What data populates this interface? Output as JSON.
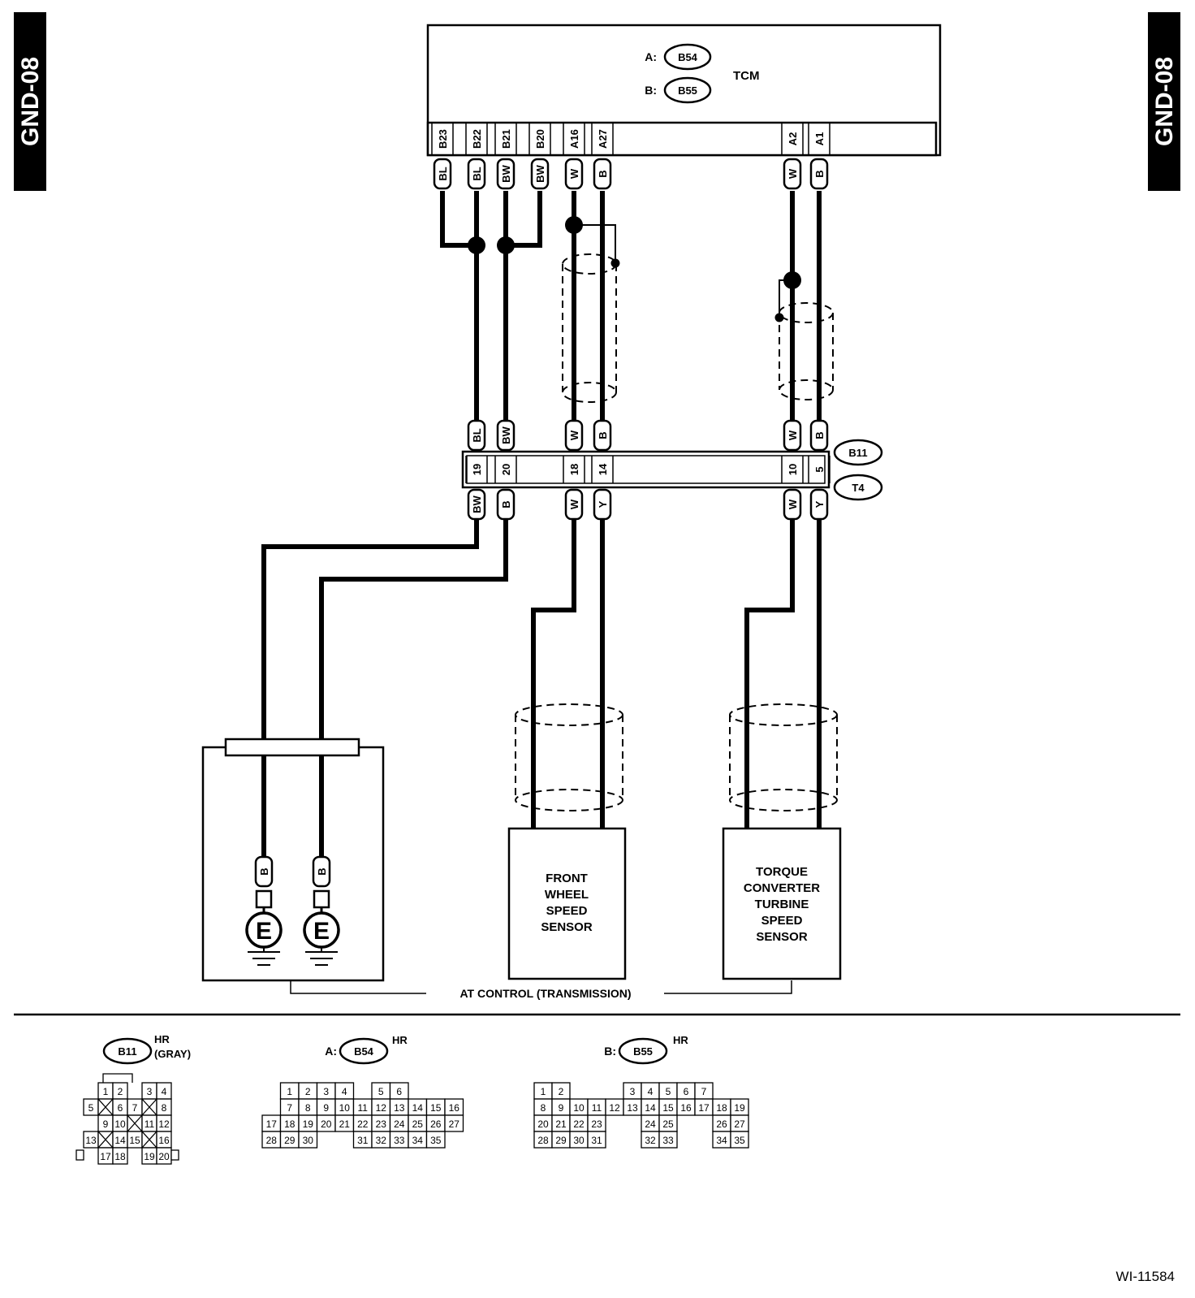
{
  "page_tag": "GND-08",
  "tcm": {
    "label": "TCM",
    "conn_a": {
      "prefix": "A:",
      "id": "B54"
    },
    "conn_b": {
      "prefix": "B:",
      "id": "B55"
    }
  },
  "tcm_pins": [
    {
      "pin": "B23",
      "wire": "BL"
    },
    {
      "pin": "B22",
      "wire": "BL"
    },
    {
      "pin": "B21",
      "wire": "BW"
    },
    {
      "pin": "B20",
      "wire": "BW"
    },
    {
      "pin": "A16",
      "wire": "W"
    },
    {
      "pin": "A27",
      "wire": "B"
    },
    {
      "pin": "A2",
      "wire": "W"
    },
    {
      "pin": "A1",
      "wire": "B"
    }
  ],
  "mid_connector": {
    "upper_id": "B11",
    "lower_id": "T4",
    "pins": [
      {
        "pin": "19",
        "upper": "BL",
        "lower": "BW"
      },
      {
        "pin": "20",
        "upper": "BW",
        "lower": "B"
      },
      {
        "pin": "18",
        "upper": "W",
        "lower": "W"
      },
      {
        "pin": "14",
        "upper": "B",
        "lower": "Y"
      },
      {
        "pin": "10",
        "upper": "W",
        "lower": "W"
      },
      {
        "pin": "5",
        "upper": "B",
        "lower": "Y"
      }
    ]
  },
  "ground": {
    "wire_1": "B",
    "wire_2": "B",
    "symbol_1": "E",
    "symbol_2": "E"
  },
  "sensors": {
    "front_wheel": [
      "FRONT",
      "WHEEL",
      "SPEED",
      "SENSOR"
    ],
    "turbine": [
      "TORQUE",
      "CONVERTER",
      "TURBINE",
      "SPEED",
      "SENSOR"
    ]
  },
  "at_control_label": "AT CONTROL (TRANSMISSION)",
  "legend": {
    "b11": {
      "id": "B11",
      "type": "HR",
      "color": "(GRAY)"
    },
    "b54": {
      "prefix": "A:",
      "id": "B54",
      "type": "HR"
    },
    "b55": {
      "prefix": "B:",
      "id": "B55",
      "type": "HR"
    },
    "b11_rows": [
      [
        "1",
        "2",
        "",
        "3",
        "4"
      ],
      [
        "5",
        "X",
        "6",
        "7",
        "X",
        "8"
      ],
      [
        "9",
        "10",
        "X",
        "11",
        "12"
      ],
      [
        "13",
        "X",
        "14",
        "15",
        "X",
        "16"
      ],
      [
        "17",
        "18",
        "",
        "19",
        "20"
      ]
    ],
    "b54_rows": [
      [
        "1",
        "2",
        "3",
        "4",
        "",
        "5",
        "6"
      ],
      [
        "7",
        "8",
        "9",
        "10",
        "11",
        "12",
        "13",
        "14",
        "15",
        "16"
      ],
      [
        "17",
        "18",
        "19",
        "20",
        "21",
        "22",
        "23",
        "24",
        "25",
        "26",
        "27"
      ],
      [
        "28",
        "29",
        "30",
        "",
        "31",
        "32",
        "33",
        "34",
        "35"
      ]
    ],
    "b55_rows": [
      [
        "1",
        "2",
        "",
        "3",
        "4",
        "5",
        "6",
        "7"
      ],
      [
        "8",
        "9",
        "10",
        "11",
        "12",
        "13",
        "14",
        "15",
        "16",
        "17",
        "18",
        "19"
      ],
      [
        "20",
        "21",
        "22",
        "23",
        "",
        "24",
        "25",
        "",
        "26",
        "27"
      ],
      [
        "28",
        "29",
        "30",
        "31",
        "",
        "32",
        "33",
        "",
        "34",
        "35"
      ]
    ]
  },
  "figure_id": "WI-11584"
}
